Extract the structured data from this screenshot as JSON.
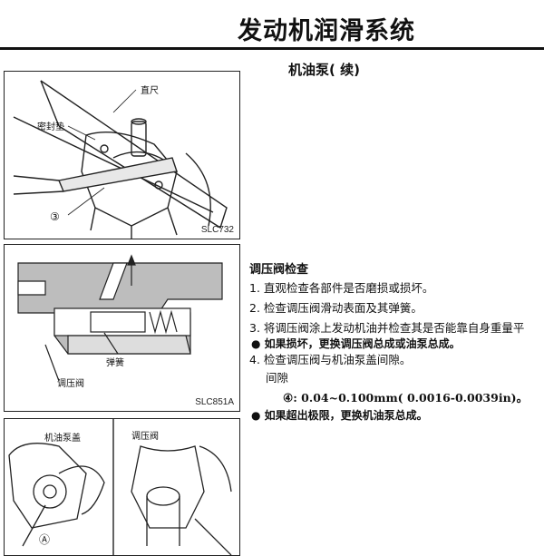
{
  "header": {
    "title": "发动机润滑系统"
  },
  "section": {
    "title": "机油泵( 续)"
  },
  "figures": {
    "fig1": {
      "code": "SLC732",
      "labels": {
        "straight_edge": "直尺",
        "gasket": "密封垫",
        "callout": "③"
      }
    },
    "fig2": {
      "code": "SLC851A",
      "labels": {
        "spring": "弹簧",
        "regulator_valve": "调压阀"
      }
    },
    "fig3": {
      "labels": {
        "pump_cover": "机油泵盖",
        "regulator_valve": "调压阀",
        "callout": "Ⓐ"
      }
    }
  },
  "procedure": {
    "title": "调压阀检查",
    "steps": [
      "1. 直观检查各部件是否磨损或损坏。",
      "2. 检查调压阀滑动表面及其弹簧。",
      "3. 将调压阀涂上发动机油并检查其是否能靠自身重量平",
      "4. 检查调压阀与机油泵盖间隙。"
    ],
    "note_replace_valve": "● 如果损坏，更换调压阀总成或油泵总成。",
    "clearance_label": "间隙",
    "clearance_spec": "④: 0.04~0.100mm( 0.0016-0.0039in)。",
    "note_limit": "● 如果超出极限，更换机油泵总成。"
  }
}
